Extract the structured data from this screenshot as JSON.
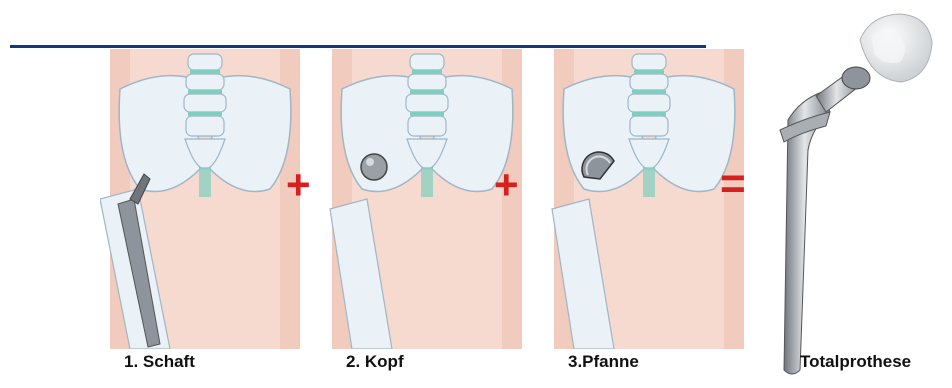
{
  "steps": [
    {
      "label": "1. Schaft"
    },
    {
      "label": "2. Kopf"
    },
    {
      "label": "3.Pfanne"
    }
  ],
  "operators": {
    "plus": "+",
    "equals": "="
  },
  "result": {
    "label": "Totalprothese"
  },
  "colors": {
    "rule": "#123a7a",
    "operator": "#d61f1f",
    "skin": "#f6d9cf",
    "bone": "#eaf2f8",
    "cartilage": "#7fcfbf",
    "metal": "#9aa0a6"
  }
}
